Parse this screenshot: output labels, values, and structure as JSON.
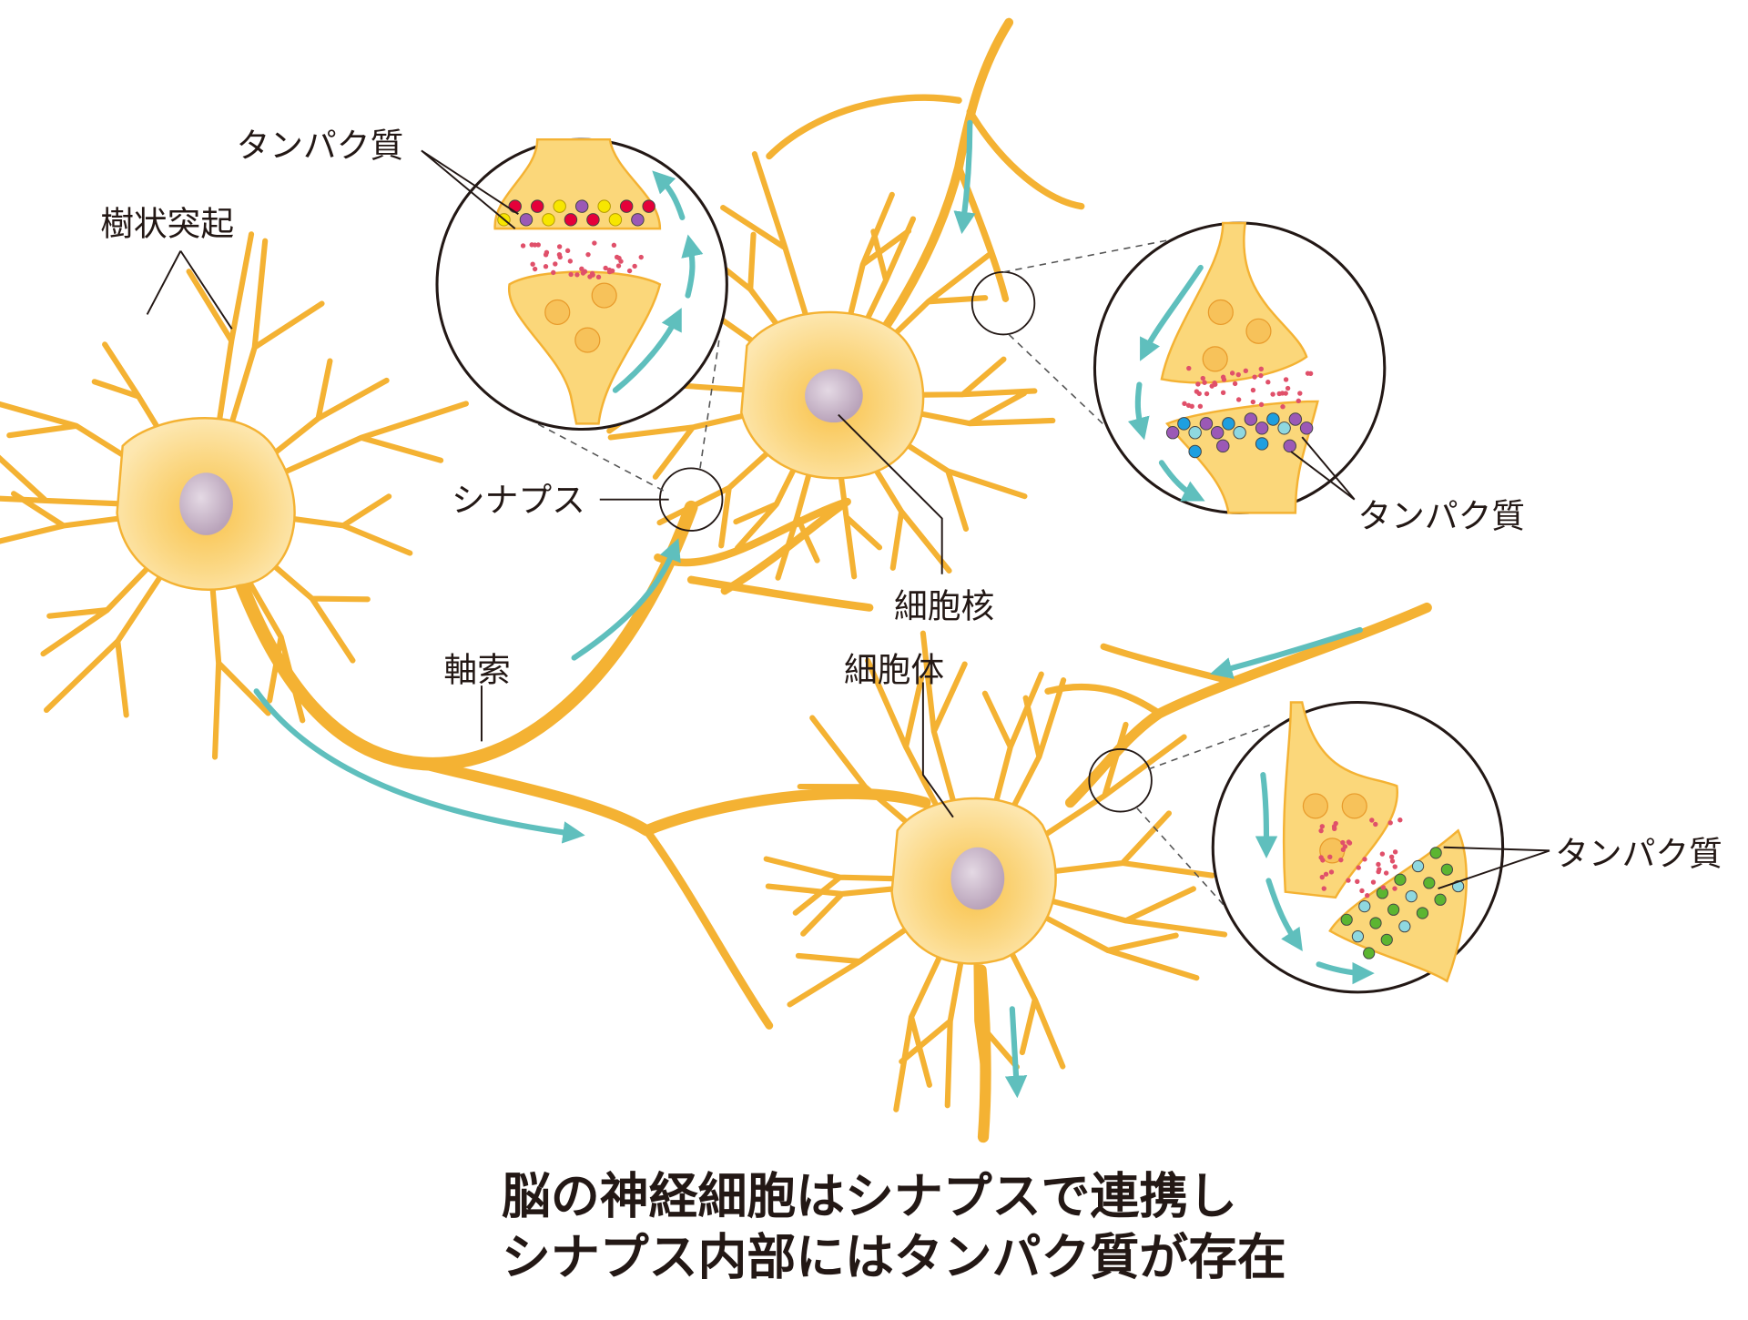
{
  "labels": {
    "protein_top": "タンパク質",
    "dendrite": "樹状突起",
    "synapse": "シナプス",
    "axon": "軸索",
    "nucleus": "細胞核",
    "cell_body": "細胞体",
    "protein_right_upper": "タンパク質",
    "protein_right_lower": "タンパク質"
  },
  "caption": {
    "line1": "脳の神経細胞はシナプスで連携し",
    "line2": "シナプス内部にはタンパク質が存在"
  },
  "colors": {
    "neuron": "#f4b233",
    "cell_fill": "#fbd77a",
    "nucleus": "#c9b6c8",
    "arrow": "#5fbfbd",
    "protein_red": "#e5003a",
    "protein_yellow": "#f7e600",
    "protein_purple": "#9b59b6",
    "protein_blue": "#1e9fe0",
    "protein_cyan": "#8fd8e0",
    "protein_green": "#5cb531"
  }
}
